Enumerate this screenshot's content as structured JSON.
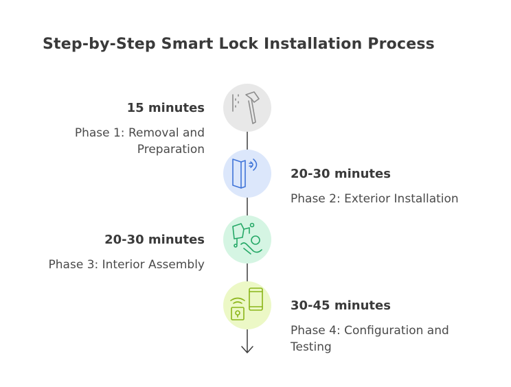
{
  "title": "Step-by-Step Smart Lock Installation Process",
  "colors": {
    "phase1_bg": "#e8e8e8",
    "phase1_stroke": "#8c8c8c",
    "phase2_bg": "#dce7fb",
    "phase2_stroke": "#3f74d8",
    "phase3_bg": "#d5f5e3",
    "phase3_stroke": "#24a866",
    "phase4_bg": "#ecf8c6",
    "phase4_stroke": "#8ab518",
    "line": "#3b3b3b"
  },
  "phases": [
    {
      "duration": "15 minutes",
      "name": "Phase 1: Removal and Preparation",
      "side": "left",
      "icon": "hammer-icon"
    },
    {
      "duration": "20-30 minutes",
      "name": "Phase 2: Exterior Installation",
      "side": "right",
      "icon": "door-signal-icon"
    },
    {
      "duration": "20-30 minutes",
      "name": "Phase 3: Interior Assembly",
      "side": "left",
      "icon": "assembly-hand-icon"
    },
    {
      "duration": "30-45 minutes",
      "name": "Phase 4: Configuration and Testing",
      "side": "right",
      "icon": "phone-lock-icon"
    }
  ]
}
